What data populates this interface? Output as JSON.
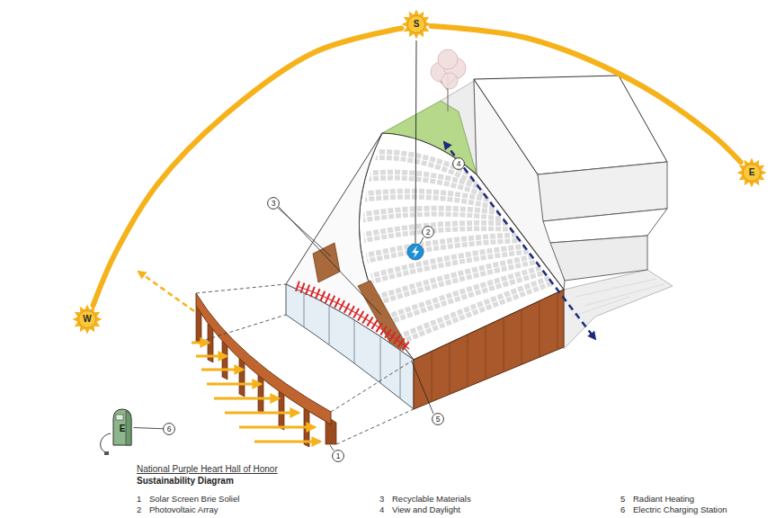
{
  "diagram": {
    "title": "National Purple Heart Hall of Honor",
    "caption": "Sustainability Diagram",
    "nodes": [
      {
        "text": [
          "S"
        ]
      },
      {
        "text": [
          "E"
        ]
      },
      {
        "text": [
          "4"
        ]
      },
      {
        "text": [
          "3"
        ]
      },
      {
        "text": [
          "2"
        ]
      },
      {
        "text": [
          "W"
        ]
      },
      {
        "text": [
          "5"
        ]
      },
      {
        "text": [
          "E"
        ]
      },
      {
        "text": [
          "6"
        ]
      },
      {
        "text": [
          "1"
        ]
      }
    ],
    "edges": [
      {
        "from": 5,
        "to": 0,
        "arrow": "none"
      },
      {
        "from": 0,
        "to": 1,
        "arrow": "none"
      },
      {
        "from": 7,
        "to": 8,
        "arrow": "none"
      }
    ],
    "labels": [
      "1",
      "Solar Screen Brie Soliel",
      "2",
      "Photovoltaic Array",
      "3",
      "Recyclable Materials",
      "4",
      "View and Daylight",
      "5",
      "Radiant Heating",
      "6",
      "Electric Charging Station"
    ]
  }
}
